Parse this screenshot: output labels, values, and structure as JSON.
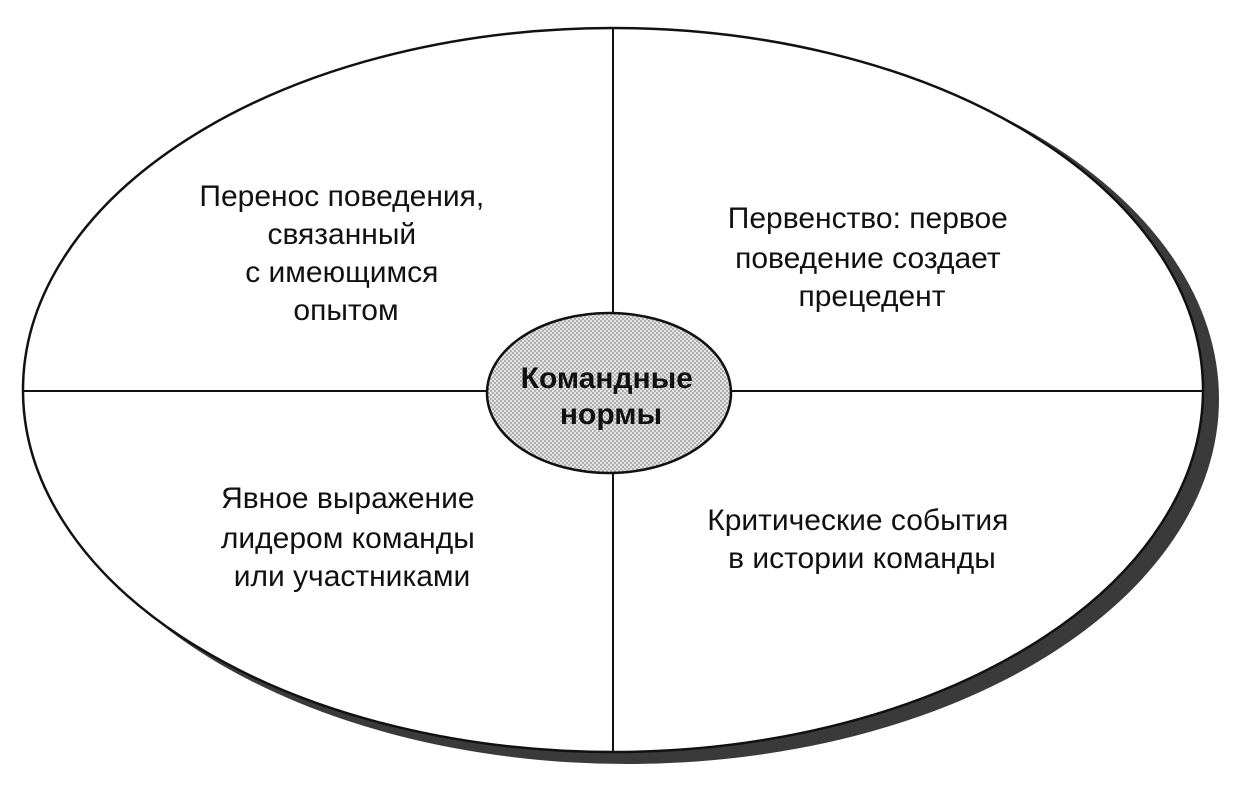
{
  "center": {
    "lines": [
      "Командные",
      "нормы"
    ]
  },
  "quadrants": {
    "top_left": [
      "Перенос поведения,",
      "связанный",
      "с имеющимся",
      "опытом"
    ],
    "top_right": [
      "Первенство: первое",
      "поведение создает",
      "прецедент"
    ],
    "bottom_left": [
      "Явное выражение",
      "лидером команды",
      "или участниками"
    ],
    "bottom_right": [
      "Критические события",
      "в истории команды"
    ]
  },
  "colors": {
    "outline": "#111111",
    "shadow": "#3a3a3a",
    "center_fill": "#cfcfcf",
    "background": "#ffffff"
  }
}
